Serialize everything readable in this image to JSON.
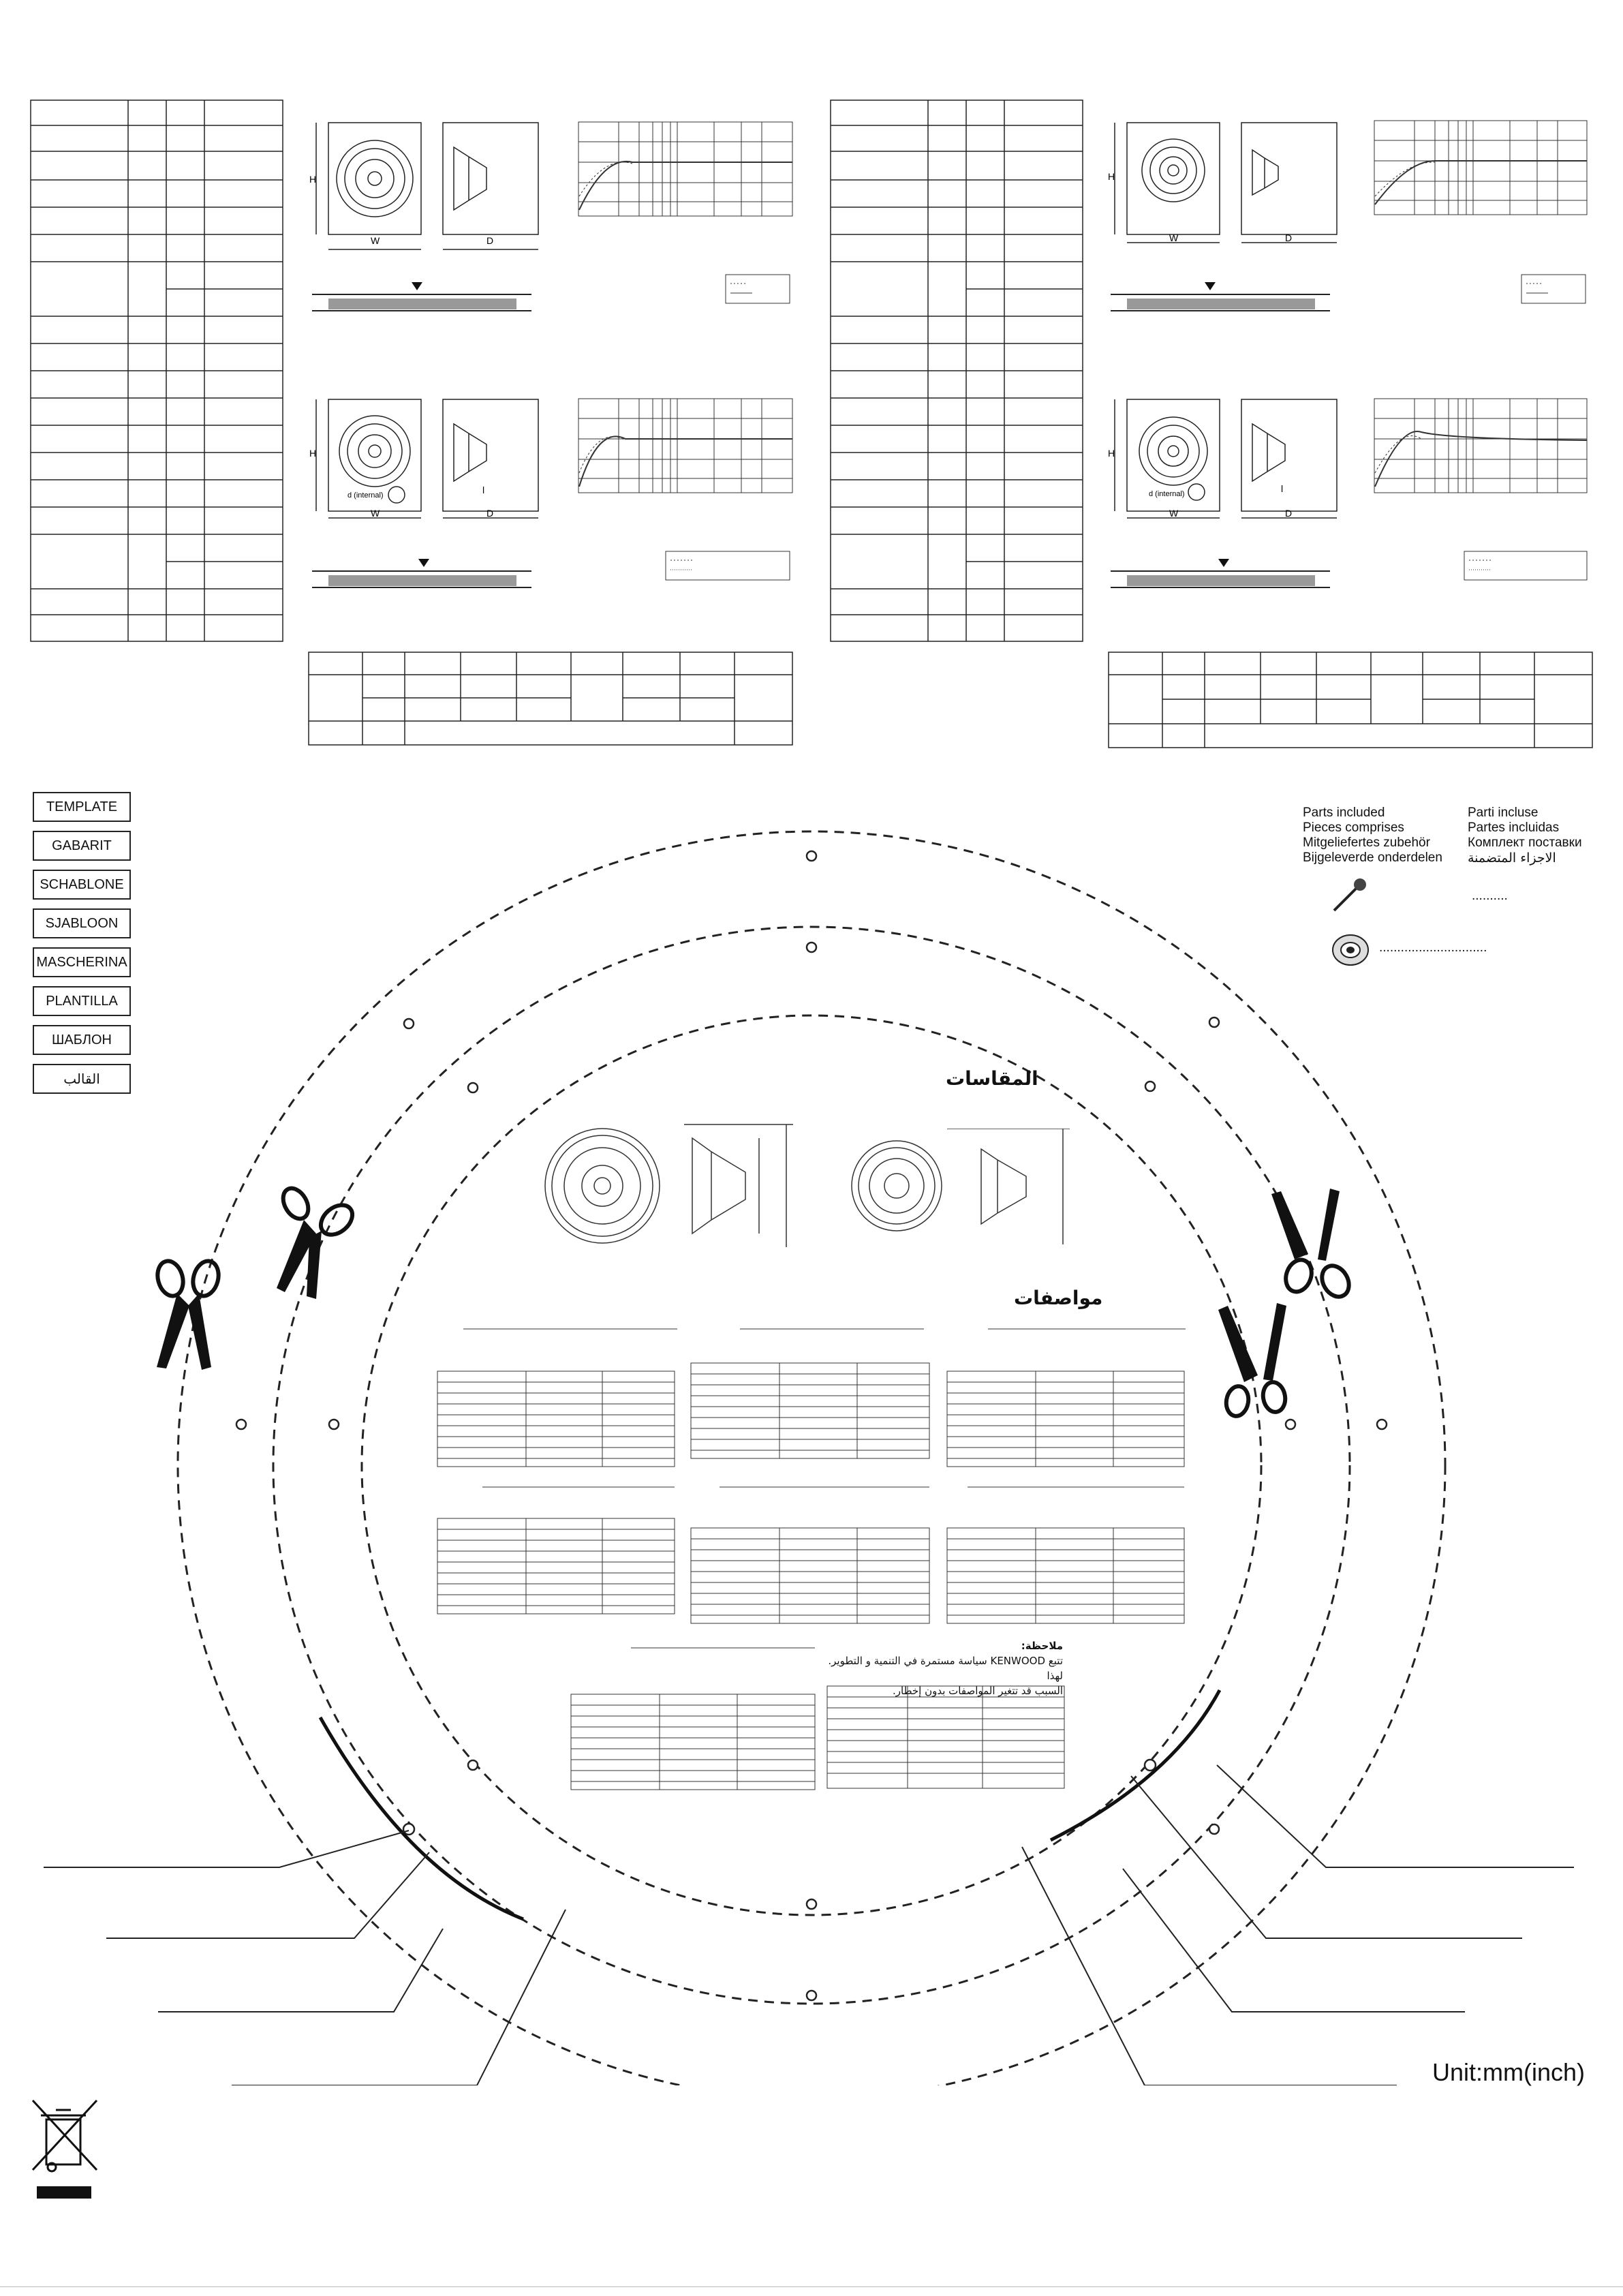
{
  "template_labels": [
    "TEMPLATE",
    "GABARIT",
    "SCHABLONE",
    "SJABLOON",
    "MASCHERINA",
    "PLANTILLA",
    "ШАБЛОН",
    "القالب"
  ],
  "parts": {
    "col1": [
      "Parts included",
      "Pieces comprises",
      "Mitgeliefertes zubehör",
      "Bijgeleverde onderdelen"
    ],
    "col2": [
      "Parti incluse",
      "Partes incluidas",
      "Комплект поставки",
      "الاجزاء المتضمنة"
    ],
    "screw_dots": "..........",
    "tape_dots": "..............................",
    "screw_icon": "screw-icon",
    "tape_icon": "tape-roll-icon"
  },
  "diagrams": {
    "h": "H",
    "w": "W",
    "d": "D",
    "d_internal": "d (internal)",
    "l": "l"
  },
  "arabic": {
    "dimensions": "المقاسات",
    "specifications": "مواصفات",
    "note_title": "ملاحظة:",
    "note_line1": "تتبع KENWOOD سياسة مستمرة في التنمية و التطوير. لهذا",
    "note_line2": "السبب قد تتغير المواصفات بدون إخطار."
  },
  "unit": "Unit:mm(inch)",
  "weee_icon": "crossed-out-bin-icon"
}
